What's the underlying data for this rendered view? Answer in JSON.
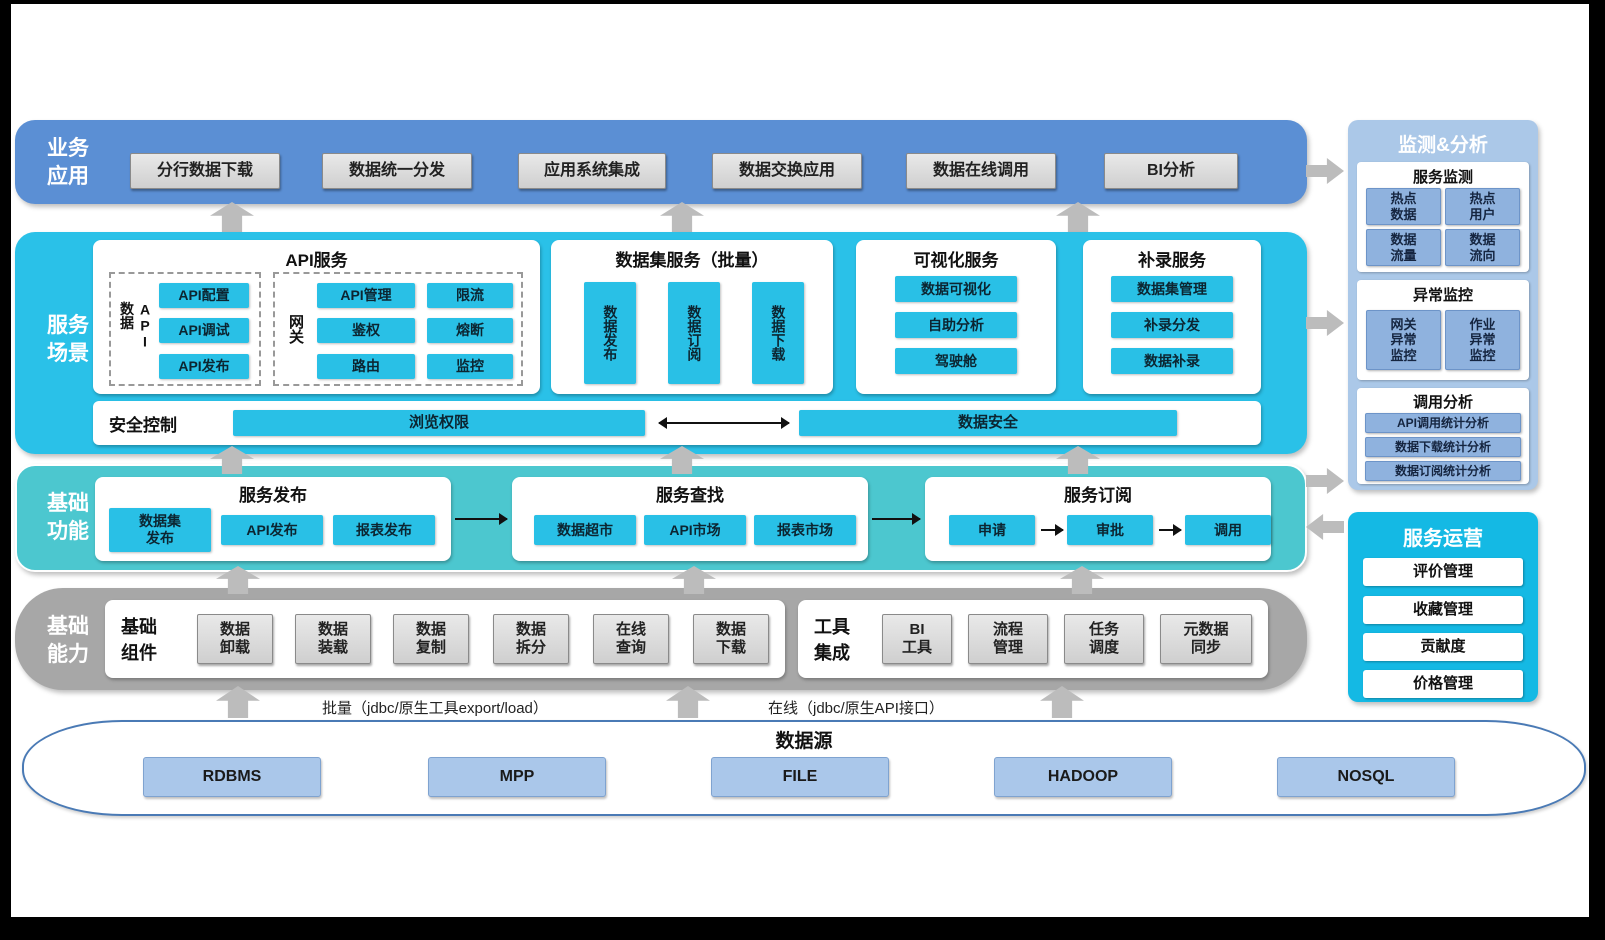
{
  "business": {
    "label": "业务\n应用",
    "buttons": [
      "分行数据下载",
      "数据统一分发",
      "应用系统集成",
      "数据交换应用",
      "数据在线调用",
      "BI分析"
    ]
  },
  "scene": {
    "label": "服务\n场景",
    "api": {
      "title": "API服务",
      "data_api_label": "数据API",
      "data_api_buttons": [
        "API配置",
        "API调试",
        "API发布"
      ],
      "gateway_label": "网关",
      "gateway_buttons": [
        "API管理",
        "限流",
        "鉴权",
        "熔断",
        "路由",
        "监控"
      ]
    },
    "dataset": {
      "title": "数据集服务（批量）",
      "buttons": [
        "数据发布",
        "数据订阅",
        "数据下载"
      ]
    },
    "visual": {
      "title": "可视化服务",
      "buttons": [
        "数据可视化",
        "自助分析",
        "驾驶舱"
      ]
    },
    "supplement": {
      "title": "补录服务",
      "buttons": [
        "数据集管理",
        "补录分发",
        "数据补录"
      ]
    },
    "security": {
      "label": "安全控制",
      "browse": "浏览权限",
      "data": "数据安全"
    }
  },
  "functions": {
    "label": "基础\n功能",
    "publish": {
      "title": "服务发布",
      "buttons": [
        "数据集\n发布",
        "API发布",
        "报表发布"
      ]
    },
    "search": {
      "title": "服务查找",
      "buttons": [
        "数据超市",
        "API市场",
        "报表市场"
      ]
    },
    "subscribe": {
      "title": "服务订阅",
      "buttons": [
        "申请",
        "审批",
        "调用"
      ]
    }
  },
  "capability": {
    "label": "基础\n能力",
    "components": {
      "title": "基础\n组件",
      "buttons": [
        "数据\n卸载",
        "数据\n装载",
        "数据\n复制",
        "数据\n拆分",
        "在线\n查询",
        "数据\n下载"
      ]
    },
    "tools": {
      "title": "工具\n集成",
      "buttons": [
        "BI\n工具",
        "流程\n管理",
        "任务\n调度",
        "元数据\n同步"
      ]
    }
  },
  "access": {
    "batch": "批量（jdbc/原生工具export/load）",
    "online": "在线（jdbc/原生API接口）"
  },
  "datasource": {
    "title": "数据源",
    "buttons": [
      "RDBMS",
      "MPP",
      "FILE",
      "HADOOP",
      "NOSQL"
    ]
  },
  "monitor": {
    "title": "监测&分析",
    "service": {
      "title": "服务监测",
      "buttons": [
        "热点\n数据",
        "热点\n用户",
        "数据\n流量",
        "数据\n流向"
      ]
    },
    "exception": {
      "title": "异常监控",
      "buttons": [
        "网关\n异常\n监控",
        "作业\n异常\n监控"
      ]
    },
    "analysis": {
      "title": "调用分析",
      "buttons": [
        "API调用统计分析",
        "数据下载统计分析",
        "数据订阅统计分析"
      ]
    }
  },
  "operation": {
    "title": "服务运营",
    "buttons": [
      "评价管理",
      "收藏管理",
      "贡献度",
      "价格管理"
    ]
  },
  "colors": {
    "business_blue": "#5b8fd4",
    "scene_cyan": "#2ac1e8",
    "functions_teal": "#4cc7cf",
    "capability_gray": "#a7a7a7",
    "monitor_panel": "#abc8e8",
    "operation_panel": "#14b9e4",
    "cyan_button": "#29c0e6",
    "blue_button": "#8fb2de",
    "datasource_button": "#aac7ea"
  }
}
